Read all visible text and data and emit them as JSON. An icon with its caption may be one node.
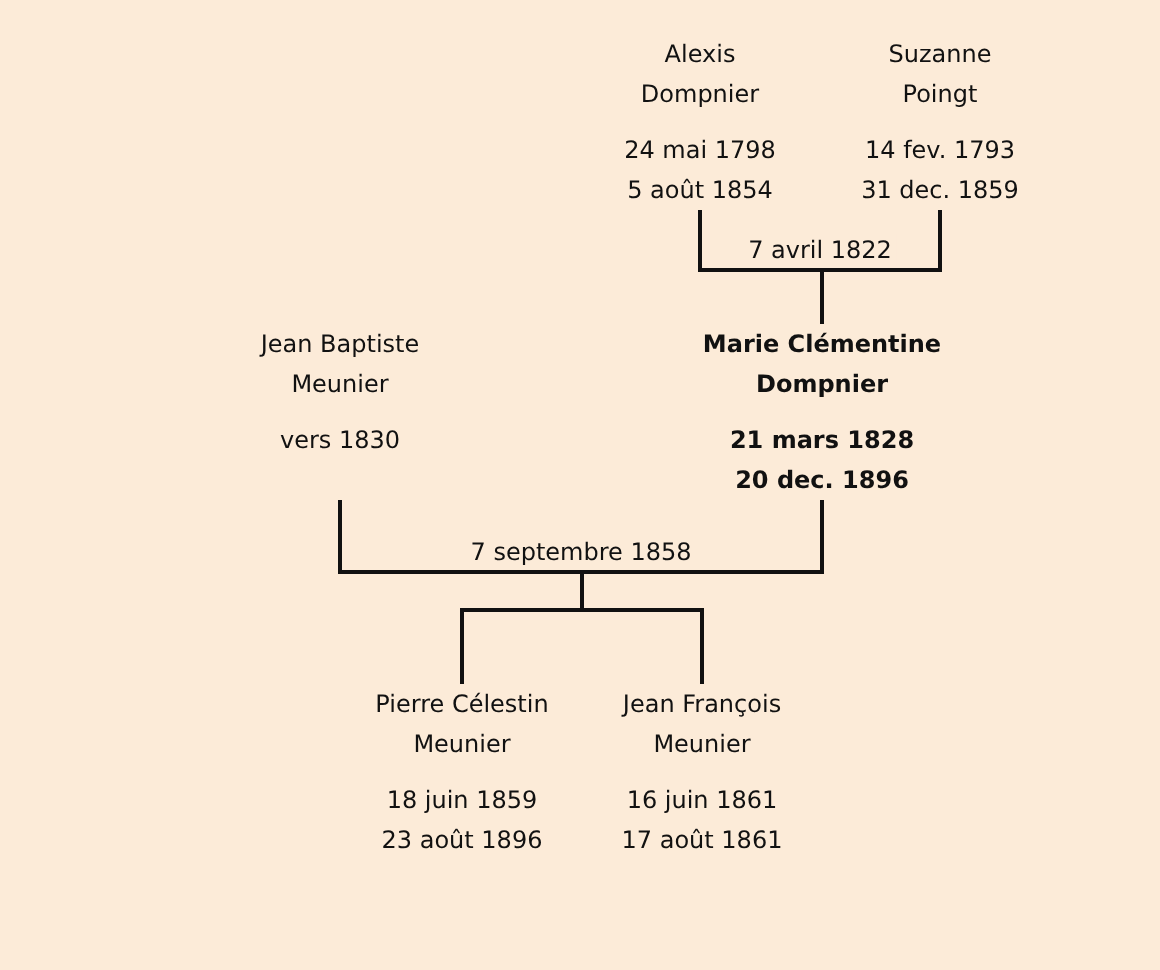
{
  "diagram": {
    "nodes": [
      {
        "text": [
          "Alexis Dompnier",
          "24 mai 1798",
          "5 août 1854"
        ]
      },
      {
        "text": [
          "Suzanne Poingt",
          "14 fev. 1793",
          "31 dec. 1859"
        ]
      },
      {
        "text": [
          "Jean Baptiste Meunier",
          "vers 1830"
        ]
      },
      {
        "text": [
          "Marie Clémentine Dompnier",
          "21 mars 1828",
          "20 dec. 1896"
        ]
      },
      {
        "text": [
          "Pierre Célestin Meunier",
          "18 juin 1859",
          "23 août 1896"
        ]
      },
      {
        "text": [
          "Jean François Meunier",
          "16 juin 1861",
          "17 août 1861"
        ]
      }
    ],
    "edges": [
      {
        "from": 0,
        "to": 1,
        "arrow": "none",
        "label": "7 avril 1822"
      },
      {
        "from": 0,
        "to": 3,
        "arrow": "none"
      },
      {
        "from": 1,
        "to": 3,
        "arrow": "none"
      },
      {
        "from": 2,
        "to": 3,
        "arrow": "none",
        "label": "7 septembre 1858"
      },
      {
        "from": 2,
        "to": 4,
        "arrow": "none"
      },
      {
        "from": 2,
        "to": 5,
        "arrow": "none"
      },
      {
        "from": 3,
        "to": 4,
        "arrow": "none"
      },
      {
        "from": 3,
        "to": 5,
        "arrow": "none"
      }
    ]
  }
}
